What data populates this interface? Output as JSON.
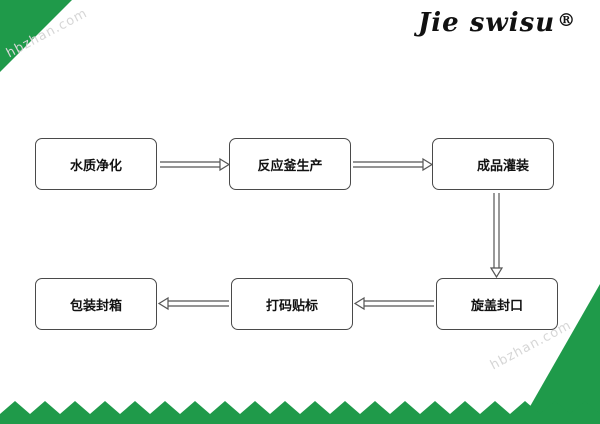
{
  "brand": {
    "name": "Jie swisu",
    "mark": "®"
  },
  "watermark": "hbzhan.com",
  "colors": {
    "accent_green": "#1f9a4a",
    "box_border": "#4a4a4a",
    "arrow_stroke": "#555555"
  },
  "steps": [
    "水质净化",
    "反应釜生产",
    "成品灌装",
    "旋盖封口",
    "打码贴标",
    "包装封箱"
  ]
}
